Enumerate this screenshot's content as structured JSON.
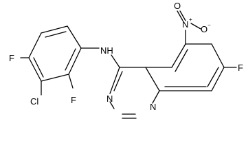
{
  "molecule": {
    "atoms": {
      "f_top_left": "F",
      "cl": "Cl",
      "f_bottom_left": "F",
      "nh": "NH",
      "n_nitro": "N",
      "plus_sign": "+",
      "o_top": "O",
      "o_minus": "O",
      "minus_sign": "−",
      "f_right": "F",
      "n_ring_left": "N",
      "n_ring_bottom": "N"
    }
  }
}
